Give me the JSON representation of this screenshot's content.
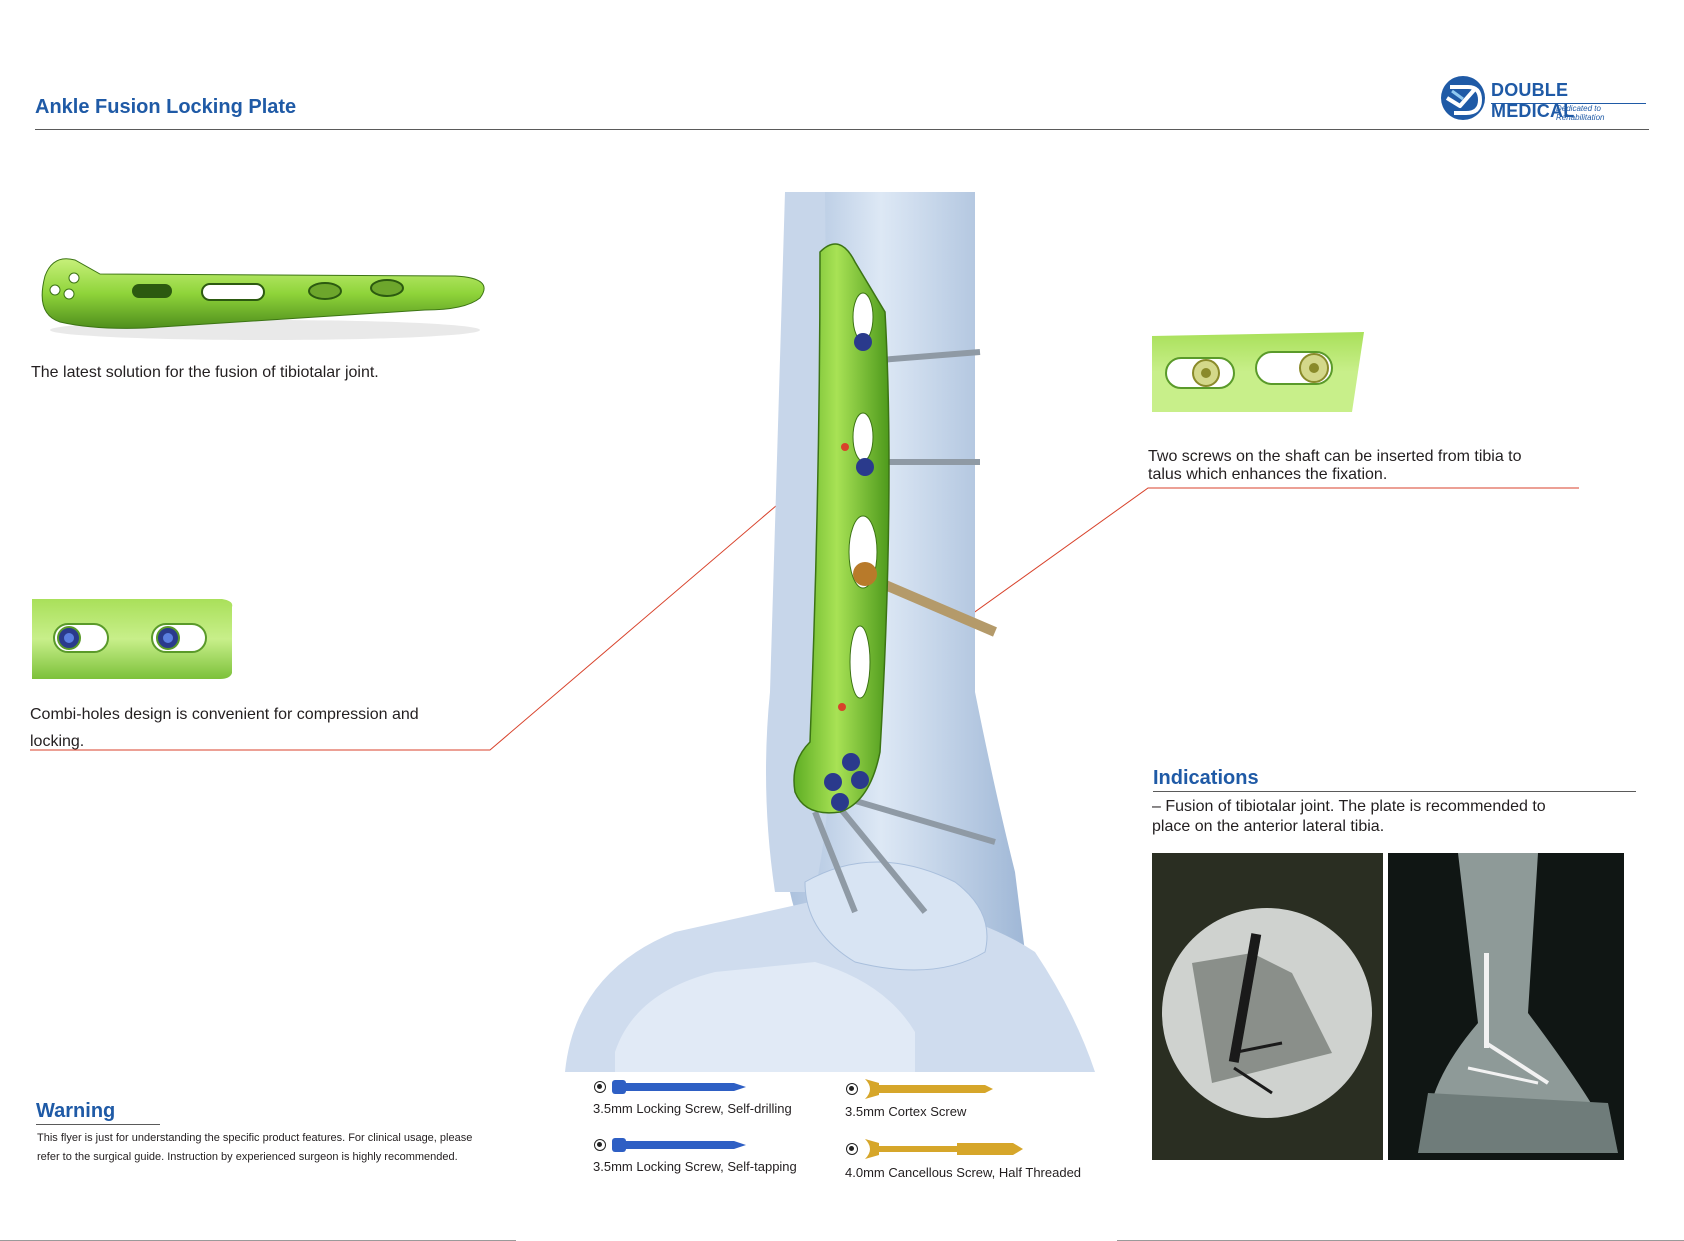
{
  "header": {
    "title": "Ankle Fusion Locking Plate",
    "brand_name": "DOUBLE MEDICAL",
    "brand_tagline": "Dedicated to Rehabilitation"
  },
  "features": {
    "solution_text": "The latest solution for the fusion of tibiotalar joint.",
    "shaft_text_line1": "Two screws on the shaft can be inserted from tibia to",
    "shaft_text_line2": "talus which enhances the fixation.",
    "combi_text_line1": "Combi-holes design is convenient for compression and",
    "combi_text_line2": "locking."
  },
  "indications": {
    "heading": "Indications",
    "line1": "– Fusion of tibiotalar joint. The plate is recommended to",
    "line2": "place on the anterior lateral tibia."
  },
  "warning": {
    "heading": "Warning",
    "line1": "This flyer is just for understanding the specific product features. For clinical usage, please",
    "line2": "refer to the surgical guide. Instruction by experienced surgeon is highly recommended."
  },
  "screws": [
    {
      "label": "3.5mm Locking Screw, Self-drilling",
      "color": "#2e5fc4"
    },
    {
      "label": "3.5mm Locking Screw, Self-tapping",
      "color": "#2e5fc4"
    },
    {
      "label": "3.5mm Cortex Screw",
      "color": "#d6a62a"
    },
    {
      "label": "4.0mm Cancellous Screw, Half Threaded",
      "color": "#d6a62a"
    }
  ],
  "colors": {
    "accent_blue": "#1f5aa6",
    "plate_green": "#8fd43a",
    "callout_red": "#d8422b"
  },
  "icons": {
    "brand_logo": "double-medical-logo-icon",
    "bullet": "circle-bullet-icon"
  }
}
